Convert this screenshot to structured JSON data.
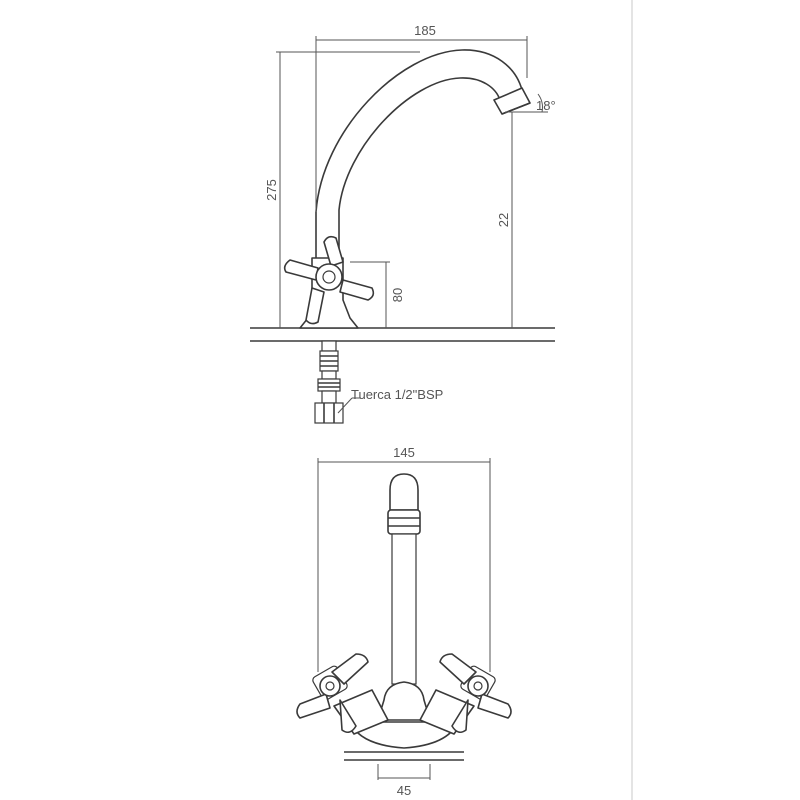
{
  "side_view": {
    "dim_width": "185",
    "dim_height": "275",
    "dim_spout_height": "22",
    "dim_handle_height": "80",
    "dim_angle": "18°",
    "nut_label": "Tuerca 1/2\"BSP"
  },
  "front_view": {
    "dim_width": "145",
    "dim_base": "45"
  },
  "colors": {
    "line": "#3a3a3a",
    "dimension": "#555555",
    "frame": "#c8c8c8"
  }
}
